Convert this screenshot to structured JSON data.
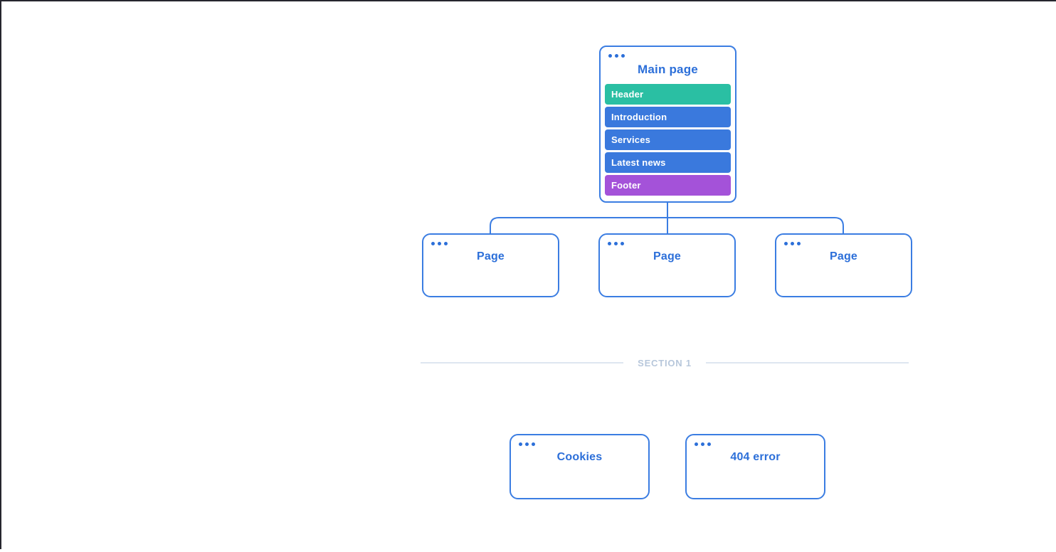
{
  "frame": {
    "edge_color": "#26262e"
  },
  "colors": {
    "card_border": "#3b7de2",
    "card_text": "#2c6fd9",
    "connector": "#3b7de2",
    "row_text": "#ffffff",
    "divider_line": "#dee6f0",
    "divider_text": "#b7c7db"
  },
  "sitemap": {
    "root": {
      "title": "Main page",
      "sections": [
        {
          "label": "Header",
          "color": "#2abfa3"
        },
        {
          "label": "Introduction",
          "color": "#3a79dd"
        },
        {
          "label": "Services",
          "color": "#3a79dd"
        },
        {
          "label": "Latest news",
          "color": "#3a79dd"
        },
        {
          "label": "Footer",
          "color": "#a452d9"
        }
      ]
    },
    "children": [
      {
        "title": "Page"
      },
      {
        "title": "Page"
      },
      {
        "title": "Page"
      }
    ],
    "divider": {
      "label": "SECTION 1"
    },
    "section1_pages": [
      {
        "title": "Cookies"
      },
      {
        "title": "404 error"
      }
    ]
  }
}
